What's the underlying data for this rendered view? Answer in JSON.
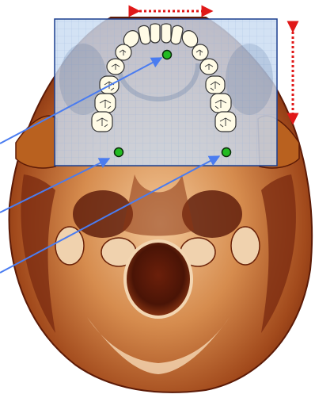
{
  "diagram": {
    "colors": {
      "background": "#ffffff",
      "skull_light": "#f7ddb8",
      "skull_mid": "#c97a3e",
      "skull_dark": "#7a2a10",
      "skull_shadow": "#4a1406",
      "overlay_fill": "#c9dcf2",
      "overlay_border": "#1c3f8f",
      "grid_line": "#9fb8da",
      "tooth_fill": "#fffbe6",
      "tooth_stroke": "#333333",
      "landmark_fill": "#22bb22",
      "landmark_stroke": "#0a2a0a",
      "pointer_arrow": "#4a7cf0",
      "dimension_arrow": "#e01818"
    },
    "teeth_per_side": 8,
    "landmarks": [
      "incisive-point",
      "left-posterior-point",
      "right-posterior-point"
    ],
    "pointer_arrows": [
      "arrow-to-incisive-point",
      "arrow-to-left-posterior-point",
      "arrow-to-right-posterior-point"
    ],
    "dimension_arrows": [
      "width-arrow-horizontal",
      "length-arrow-vertical"
    ]
  }
}
